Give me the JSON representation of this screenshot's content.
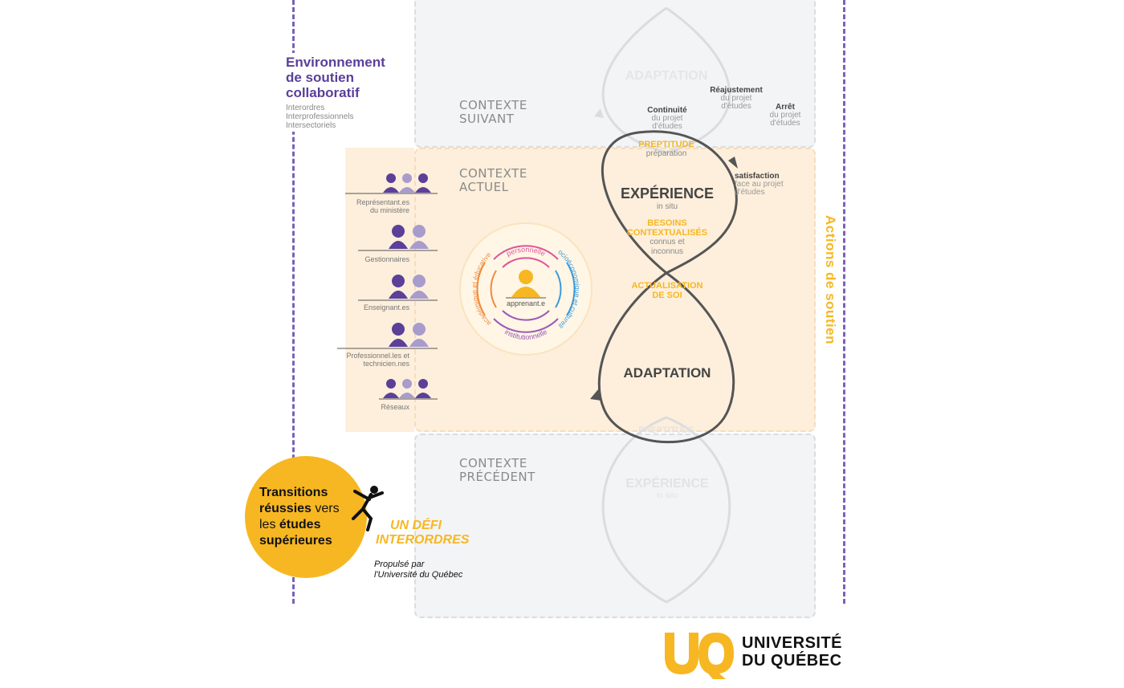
{
  "environment": {
    "title_lines": [
      "Environnement",
      "de soutien",
      "collaboratif"
    ],
    "subtitle_lines": [
      "Interordres",
      "Interprofessionnels",
      "Intersectoriels"
    ]
  },
  "contexts": {
    "next": [
      "CONTEXTE",
      "SUIVANT"
    ],
    "current": [
      "CONTEXTE",
      "ACTUEL"
    ],
    "previous": [
      "CONTEXTE",
      "PRÉCÉDENT"
    ]
  },
  "actors": [
    {
      "label_lines": [
        "Représentant.es",
        "du ministère"
      ]
    },
    {
      "label_lines": [
        "Gestionnaires"
      ]
    },
    {
      "label_lines": [
        "Enseignant.es"
      ]
    },
    {
      "label_lines": [
        "Professionnel.les et",
        "technicien.nes"
      ]
    },
    {
      "label_lines": [
        "Réseaux"
      ]
    }
  ],
  "learner": {
    "center": "apprenant.e",
    "arcs": [
      "personnelle",
      "socioéconomique et culturelle",
      "institutionnelle",
      "académique et éducative"
    ]
  },
  "loop": {
    "experience": {
      "title": "EXPÉRIENCE",
      "sub": "in situ"
    },
    "besoins": {
      "title_lines": [
        "BESOINS",
        "CONTEXTUALISÉS"
      ],
      "sub_lines": [
        "connus et",
        "inconnus"
      ]
    },
    "actualisation": [
      "ACTUALISATION",
      "DE SOI"
    ],
    "adaptation": "ADAPTATION",
    "preptitude": {
      "title": "PREPTITUDE",
      "sub": "préparation"
    },
    "satisfaction": {
      "title": "satisfaction",
      "sub_lines": [
        "face au projet",
        "d'études"
      ]
    },
    "continuite": {
      "title": "Continuité",
      "sub_lines": [
        "du projet",
        "d'études"
      ]
    },
    "reajustement": {
      "title": "Réajustement",
      "sub_lines": [
        "du projet",
        "d'études"
      ]
    },
    "arret": {
      "title": "Arrêt",
      "sub_lines": [
        "du projet",
        "d'études"
      ]
    },
    "ghost_adaptation_top": "ADAPTATION",
    "ghost_preptitude_bottom": "PREPTITUDE",
    "ghost_experience_bottom": "EXPÉRIENCE",
    "ghost_experience_sub": "in situ"
  },
  "actions_label": "Actions de soutien",
  "logo": {
    "line1": "Transitions",
    "line2_bold": "réussies",
    "line2_light": " vers",
    "line3_light": "les ",
    "line3_bold": "études",
    "line4": "supérieures",
    "defi_lines": [
      "UN DÉFI",
      "INTERORDRES"
    ],
    "propulse_lines": [
      "Propulsé par",
      "l'Université du Québec"
    ]
  },
  "uq": {
    "mark": "UQ",
    "line1": "UNIVERSITÉ",
    "line2": "DU QUÉBEC"
  },
  "colors": {
    "purple": "#5b3f99",
    "light_purple": "#a89ccc",
    "gold": "#f7b722",
    "peach": "#fdefdc",
    "grey_box": "#f3f4f5"
  }
}
